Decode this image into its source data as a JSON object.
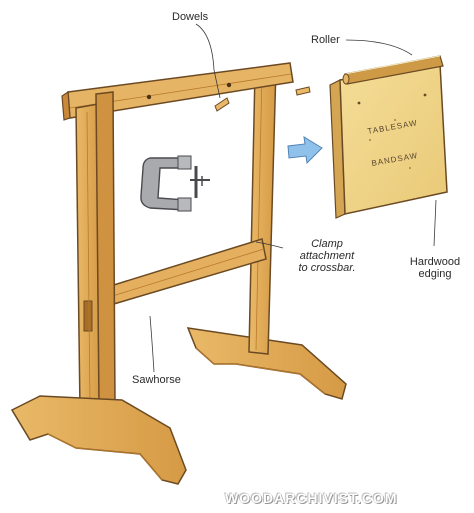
{
  "labels": {
    "dowels": "Dowels",
    "roller": "Roller",
    "clamp_line1": "Clamp",
    "clamp_line2": "attachment",
    "clamp_line3": "to crossbar.",
    "edging_line1": "Hardwood",
    "edging_line2": "edging",
    "sawhorse": "Sawhorse"
  },
  "board_text": {
    "line1": "TABLESAW",
    "line2": "BANDSAW"
  },
  "watermark": "WOODARCHIVIST.COM",
  "colors": {
    "wood": "#e2ad5c",
    "wood_dark": "#b77a2a",
    "outline": "#6b4a23",
    "plywood": "#f0d78e",
    "arrow": "#8fc1ea",
    "clamp": "#a9aaae"
  },
  "icons": [
    "arrow-right-icon",
    "c-clamp-icon"
  ]
}
